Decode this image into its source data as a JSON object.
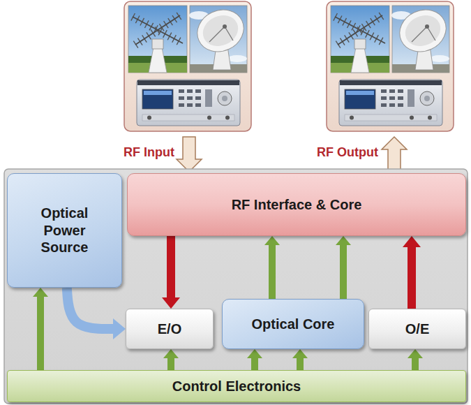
{
  "diagram": {
    "nodes": [
      {
        "text": [
          "Optical Power Source"
        ]
      },
      {
        "text": [
          "RF Interface & Core"
        ]
      },
      {
        "text": [
          "E/O"
        ]
      },
      {
        "text": [
          "Optical Core"
        ]
      },
      {
        "text": [
          "O/E"
        ]
      },
      {
        "text": [
          "Control Electronics"
        ]
      }
    ],
    "edges": [
      {
        "from": 1,
        "to": 2,
        "arrow": "to"
      },
      {
        "from": 4,
        "to": 1,
        "arrow": "to"
      },
      {
        "from": 0,
        "to": 2,
        "arrow": "to"
      },
      {
        "from": 5,
        "to": 0,
        "arrow": "to"
      },
      {
        "from": 5,
        "to": 2,
        "arrow": "to"
      },
      {
        "from": 5,
        "to": 3,
        "arrow": "to"
      },
      {
        "from": 5,
        "to": 3,
        "arrow": "to"
      },
      {
        "from": 5,
        "to": 4,
        "arrow": "to"
      },
      {
        "from": 3,
        "to": 1,
        "arrow": "to"
      },
      {
        "from": 3,
        "to": 1,
        "arrow": "to"
      }
    ],
    "labels": [
      "RF Input",
      "RF Output"
    ]
  }
}
